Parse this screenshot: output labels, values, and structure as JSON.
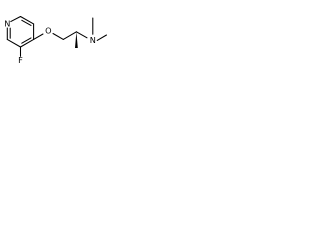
{
  "diagram": {
    "type": "chemical-structure",
    "atom_labels": {
      "ring_nitrogen": "N",
      "fluorine": "F",
      "ether_oxygen": "O",
      "amine_nitrogen": "N"
    },
    "colors": {
      "bond": "#000000",
      "label": "#000000",
      "background": "#ffffff"
    }
  }
}
